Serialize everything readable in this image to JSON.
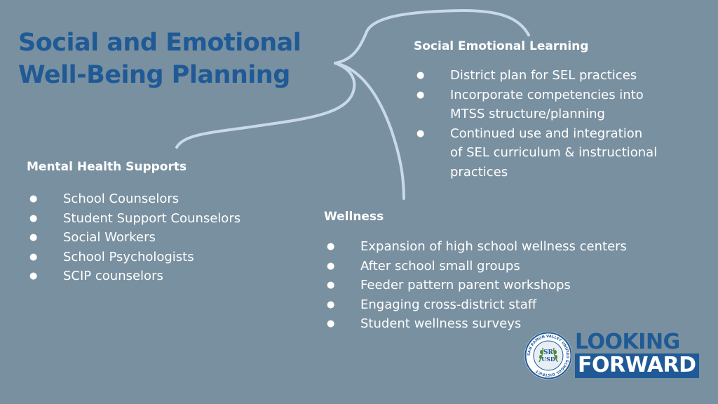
{
  "title": {
    "line1": "Social and Emotional",
    "line2": "Well-Being Planning"
  },
  "sel": {
    "heading": "Social Emotional Learning",
    "items": [
      [
        "District plan for SEL practices"
      ],
      [
        "Incorporate competencies into",
        "MTSS structure/planning"
      ],
      [
        "Continued use and integration",
        "of SEL curriculum & instructional",
        "practices"
      ]
    ]
  },
  "mental_health": {
    "heading": "Mental Health Supports",
    "items": [
      "School Counselors",
      "Student Support Counselors",
      "Social Workers",
      "School Psychologists",
      "SCIP counselors"
    ]
  },
  "wellness": {
    "heading": "Wellness",
    "items": [
      "Expansion of high school wellness centers",
      "After school small groups",
      "Feeder pattern parent workshops",
      "Engaging cross-district staff",
      "Student wellness surveys"
    ]
  },
  "logo": {
    "line1": "LOOKING",
    "line2": "FORWARD",
    "seal_top": "SR",
    "seal_bottom": "USD",
    "seal_ring_text": "SAN RAMON VALLEY UNIFIED SCHOOL DISTRICT"
  },
  "colors": {
    "background": "#7990a0",
    "title": "#1f5a96",
    "text": "#ffffff",
    "connector": "#c9d9ec"
  },
  "bullet_glyph": "●"
}
